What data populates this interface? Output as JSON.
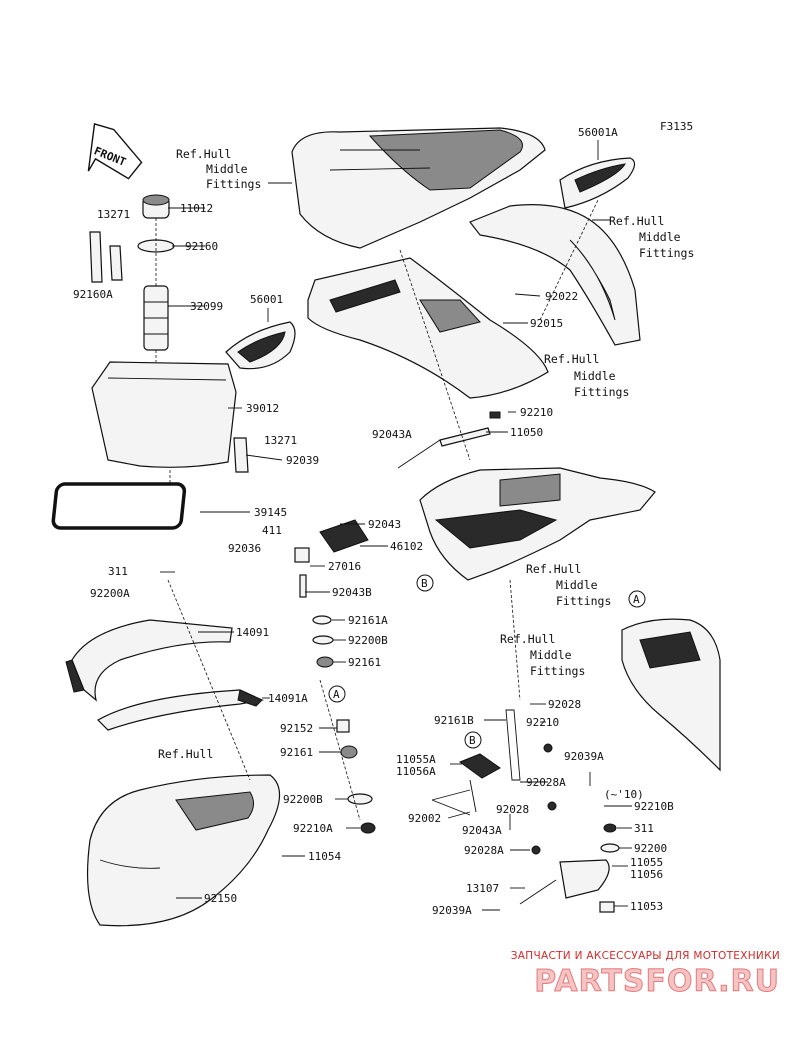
{
  "figure_code": "F3135",
  "front_arrow": "FRONT",
  "ref_hull_middle": [
    "Ref.Hull",
    "Middle",
    "Fittings"
  ],
  "ref_hull": "Ref.Hull",
  "callouts": {
    "A": "A",
    "B": "B",
    "note_range": "(~'10)"
  },
  "parts": {
    "p56001A": "56001A",
    "p11012": "11012",
    "p13271_top": "13271",
    "p92160": "92160",
    "p92160A": "92160A",
    "p32099": "32099",
    "p56001": "56001",
    "p39012": "39012",
    "p13271_bottom": "13271",
    "p92039_left": "92039",
    "p39145": "39145",
    "p92022": "92022",
    "p92015": "92015",
    "p92210_top": "92210",
    "p92043A_top": "92043A",
    "p11050": "11050",
    "p92043": "92043",
    "p411": "411",
    "p92036": "92036",
    "p46102": "46102",
    "p27016": "27016",
    "p311_left": "311",
    "p92043B": "92043B",
    "p92200A": "92200A",
    "p92161A": "92161A",
    "p14091": "14091",
    "p92200B_top": "92200B",
    "p92161_top": "92161",
    "p14091A": "14091A",
    "p92152": "92152",
    "p92161_bottom": "92161",
    "p92200B_bottom": "92200B",
    "p92210A": "92210A",
    "p11054": "11054",
    "p92150": "92150",
    "p92028_top": "92028",
    "p92161B": "92161B",
    "p92210_mid": "92210",
    "p11055A": "11055A",
    "p11056A": "11056A",
    "p92039A_right": "92039A",
    "p92028A_mid": "92028A",
    "p92210B": "92210B",
    "p92028_mid": "92028",
    "p92002": "92002",
    "p92043A_bottom": "92043A",
    "p311_right": "311",
    "p92200_right": "92200",
    "p92028A_bottom": "92028A",
    "p11055": "11055",
    "p11056": "11056",
    "p13107": "13107",
    "p92039A_bottom": "92039A",
    "p11053": "11053"
  },
  "footer": {
    "tagline": "ЗАПЧАСТИ И АКСЕССУАРЫ ДЛЯ МОТОТЕХНИКИ",
    "brand": "PARTSFOR.RU"
  },
  "colors": {
    "line": "#111111",
    "watermark": "#d22a2a"
  }
}
